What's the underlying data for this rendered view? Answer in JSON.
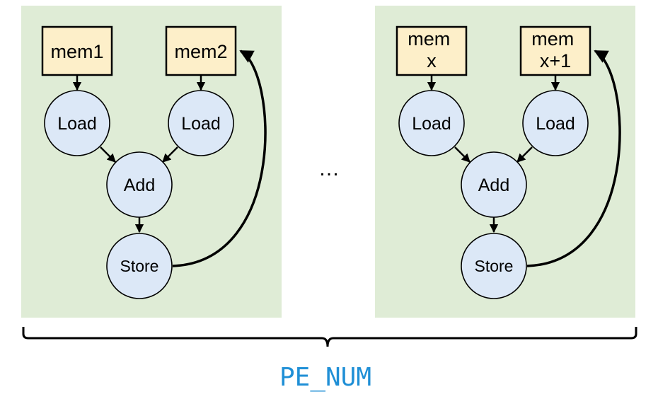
{
  "colors": {
    "panel": "#dfecd6",
    "memory_box": "#fdefc9",
    "node": "#dce8f7",
    "label": "#1f8fd6"
  },
  "left_pe": {
    "mem_a": [
      "mem1"
    ],
    "mem_b": [
      "mem2"
    ],
    "load_a": "Load",
    "load_b": "Load",
    "add": "Add",
    "store": "Store"
  },
  "right_pe": {
    "mem_a": [
      "mem",
      "x"
    ],
    "mem_b": [
      "mem",
      "x+1"
    ],
    "load_a": "Load",
    "load_b": "Load",
    "add": "Add",
    "store": "Store"
  },
  "ellipsis": "…",
  "label": "PE_NUM"
}
